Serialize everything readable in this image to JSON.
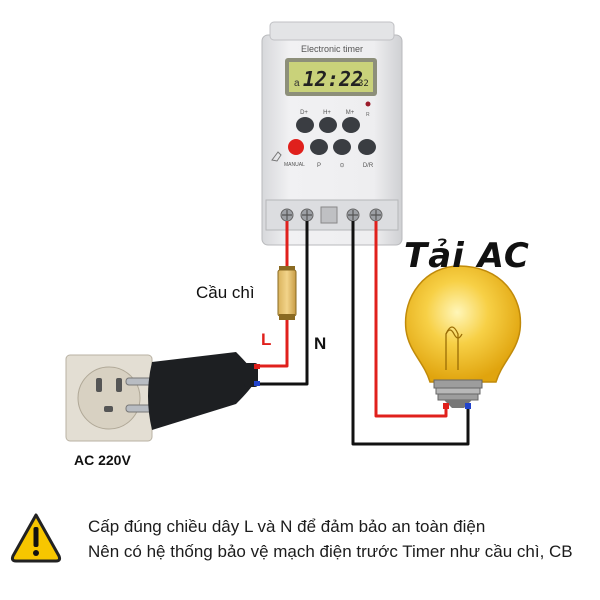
{
  "device": {
    "title": "Electronic timer",
    "display_time": "12:22",
    "display_seconds": "32",
    "display_prefix": "a",
    "buttons_top": [
      "D+",
      "H+",
      "M+"
    ],
    "buttons_bottom": [
      "MANUAL",
      "P",
      "⊙",
      "D/R"
    ],
    "reset_label": "R"
  },
  "labels": {
    "fuse": "Cầu chì",
    "load": "Tải AC",
    "line": "L",
    "neutral": "N",
    "socket": "AC 220V"
  },
  "warning": {
    "line1": "Cấp đúng chiều dây L và N để đảm bảo an toàn điện",
    "line2": "Nên có hệ thống bảo vệ mạch điện trước Timer như cầu chì, CB"
  },
  "colors": {
    "live_wire": "#e0201c",
    "neutral_wire": "#111111",
    "warning_yellow": "#f7c600",
    "timer_body": "#e9eaec",
    "lcd": "#c9d27a",
    "bulb_glass": "#f4c52a"
  }
}
